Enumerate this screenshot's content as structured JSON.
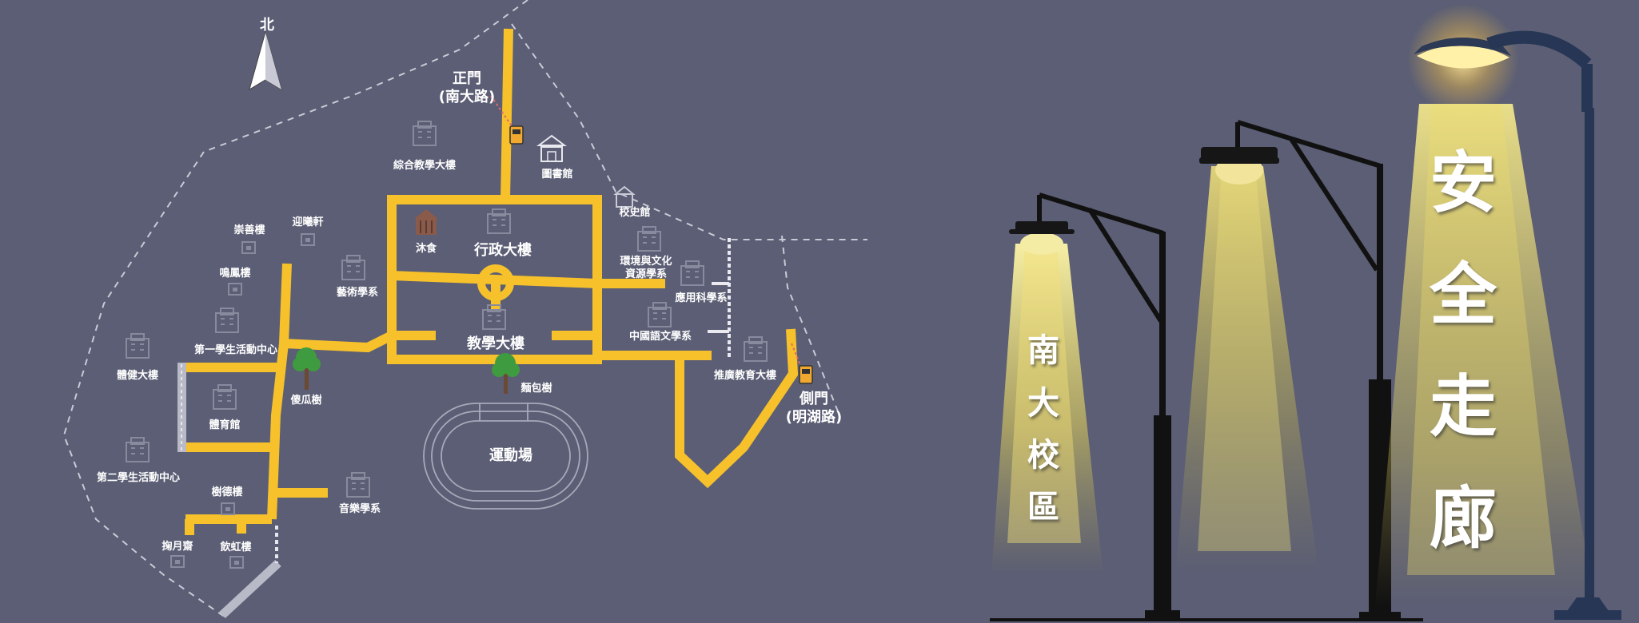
{
  "map": {
    "north": "北",
    "gates": {
      "main_gate_line1": "正門",
      "main_gate_line2": "(南大路)",
      "side_gate_line1": "側門",
      "side_gate_line2": "(明湖路)"
    },
    "buildings": {
      "comprehensive": "綜合教學大樓",
      "library": "圖書館",
      "history": "校史館",
      "chongshan": "崇善樓",
      "yingxi": "迎曦軒",
      "mingfeng": "鳴鳳樓",
      "muqian": "沐食",
      "admin": "行政大樓",
      "art": "藝術學系",
      "environment_line1": "環境與文化",
      "environment_line2": "資源學系",
      "applied_science": "應用科學系",
      "chinese": "中國語文學系",
      "teaching": "教學大樓",
      "extension": "推廣教育大樓",
      "student_center_1": "第一學生活動中心",
      "fitness": "體健大樓",
      "melon_tree": "傻瓜樹",
      "bread_tree": "麵包樹",
      "gym": "體育館",
      "field": "運動場",
      "student_center_2": "第二學生活動中心",
      "shude": "樹德樓",
      "music": "音樂學系",
      "juyue": "掬月齋",
      "yinhong": "飲虹樓"
    }
  },
  "banner": {
    "campus_title": [
      "南",
      "大",
      "校",
      "區"
    ],
    "main_title": [
      "安",
      "全",
      "走",
      "廊"
    ]
  },
  "colors": {
    "background": "#5b5e74",
    "path": "#f6c12b",
    "lamp_glow": "#f3e9a4",
    "pole_dark": "#111111",
    "pole_blue": "#263654"
  }
}
